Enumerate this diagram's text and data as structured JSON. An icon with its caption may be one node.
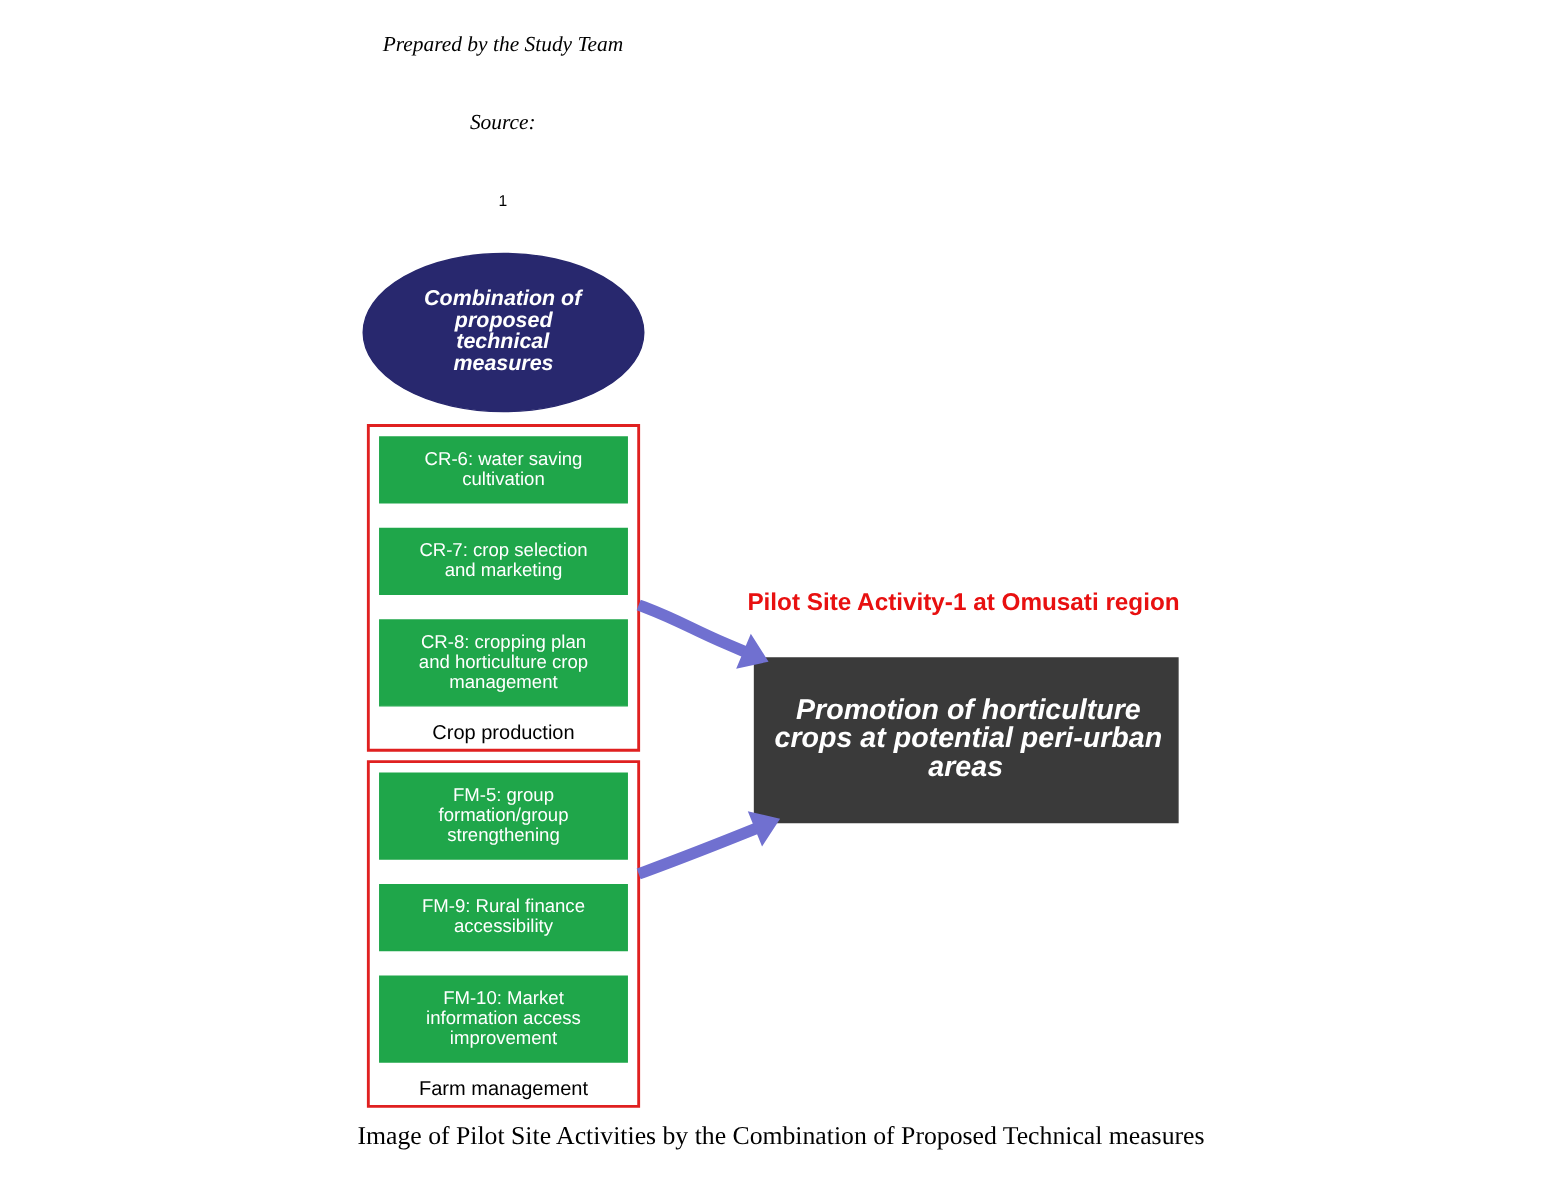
{
  "diagram": {
    "caption": "Image of Pilot Site Activities by the Combination of Proposed Technical measures",
    "nodes": [
      {
        "text": [
          "Crop production"
        ]
      },
      {
        "text": [
          "CR-6: water saving cultivation"
        ],
        "in": 0
      },
      {
        "text": [
          "CR-7: crop selection and marketing"
        ],
        "in": 0
      },
      {
        "text": [
          "CR-8: cropping plan and horticulture crop management"
        ],
        "in": 0
      },
      {
        "text": [
          "Promotion of horticulture crops at potential peri-urban areas"
        ]
      },
      {
        "text": [
          "Combination of proposed technical measures"
        ]
      },
      {
        "text": [
          "Farm management"
        ]
      },
      {
        "text": [
          "FM-5: group formation/group strengthening"
        ],
        "in": 6
      },
      {
        "text": [
          "FM-9: Rural finance accessibility"
        ],
        "in": 6
      },
      {
        "text": [
          "FM-10: Market information access improvement"
        ],
        "in": 6
      }
    ],
    "edges": [
      {
        "from": 0,
        "to": 4,
        "arrow": "to"
      },
      {
        "from": 6,
        "to": 4,
        "arrow": "to"
      }
    ],
    "labels": [
      "Pilot Site Activity-1 at Omusati region",
      "1",
      "Source:",
      "Prepared by the Study Team"
    ]
  }
}
